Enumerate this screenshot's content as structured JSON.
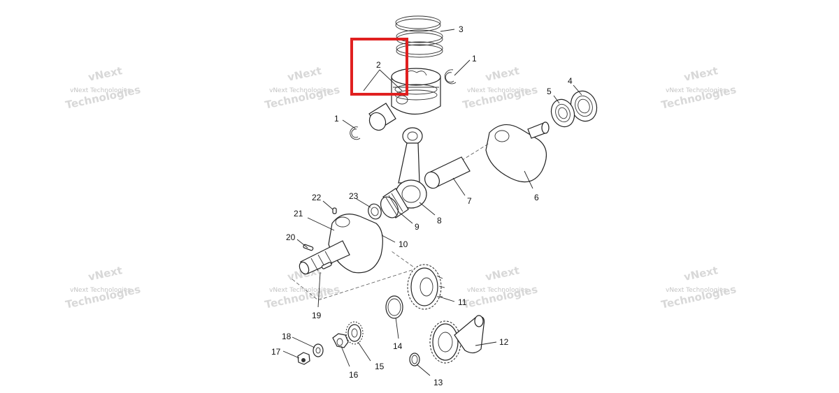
{
  "callouts": [
    {
      "id": "1a",
      "text": "1"
    },
    {
      "id": "1b",
      "text": "1"
    },
    {
      "id": "2",
      "text": "2"
    },
    {
      "id": "3",
      "text": "3"
    },
    {
      "id": "4",
      "text": "4"
    },
    {
      "id": "5",
      "text": "5"
    },
    {
      "id": "6",
      "text": "6"
    },
    {
      "id": "7",
      "text": "7"
    },
    {
      "id": "8",
      "text": "8"
    },
    {
      "id": "9",
      "text": "9"
    },
    {
      "id": "10",
      "text": "10"
    },
    {
      "id": "11",
      "text": "11"
    },
    {
      "id": "12",
      "text": "12"
    },
    {
      "id": "13",
      "text": "13"
    },
    {
      "id": "14",
      "text": "14"
    },
    {
      "id": "15",
      "text": "15"
    },
    {
      "id": "16",
      "text": "16"
    },
    {
      "id": "17",
      "text": "17"
    },
    {
      "id": "18",
      "text": "18"
    },
    {
      "id": "19",
      "text": "19"
    },
    {
      "id": "20",
      "text": "20"
    },
    {
      "id": "21",
      "text": "21"
    },
    {
      "id": "22",
      "text": "22"
    },
    {
      "id": "23",
      "text": "23"
    }
  ],
  "watermark": {
    "small": "vNext Technologies",
    "big_line1": "vNext",
    "big_line2": "Technologies"
  },
  "highlight": {
    "color": "#e02020",
    "target_callout": "2"
  }
}
